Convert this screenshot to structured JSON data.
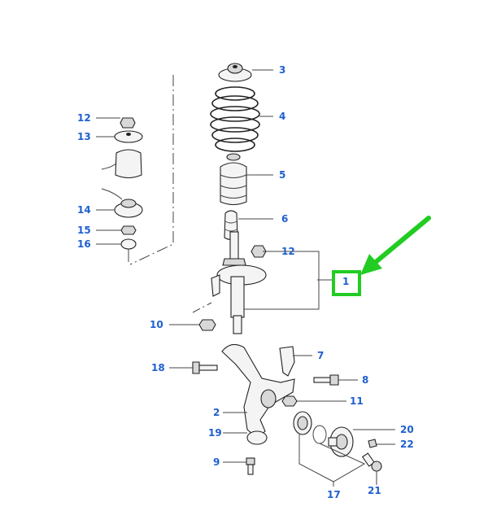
{
  "callouts": {
    "c1": "1",
    "c2": "2",
    "c3": "3",
    "c4": "4",
    "c5": "5",
    "c6": "6",
    "c7": "7",
    "c8": "8",
    "c9": "9",
    "c10": "10",
    "c11": "11",
    "c12a": "12",
    "c12b": "12",
    "c13": "13",
    "c14": "14",
    "c15": "15",
    "c16": "16",
    "c17": "17",
    "c18": "18",
    "c19": "19",
    "c20": "20",
    "c21": "21",
    "c22": "22"
  },
  "colors": {
    "callout": "#1f5fd0",
    "highlight": "#22cc22",
    "line": "#222222"
  }
}
